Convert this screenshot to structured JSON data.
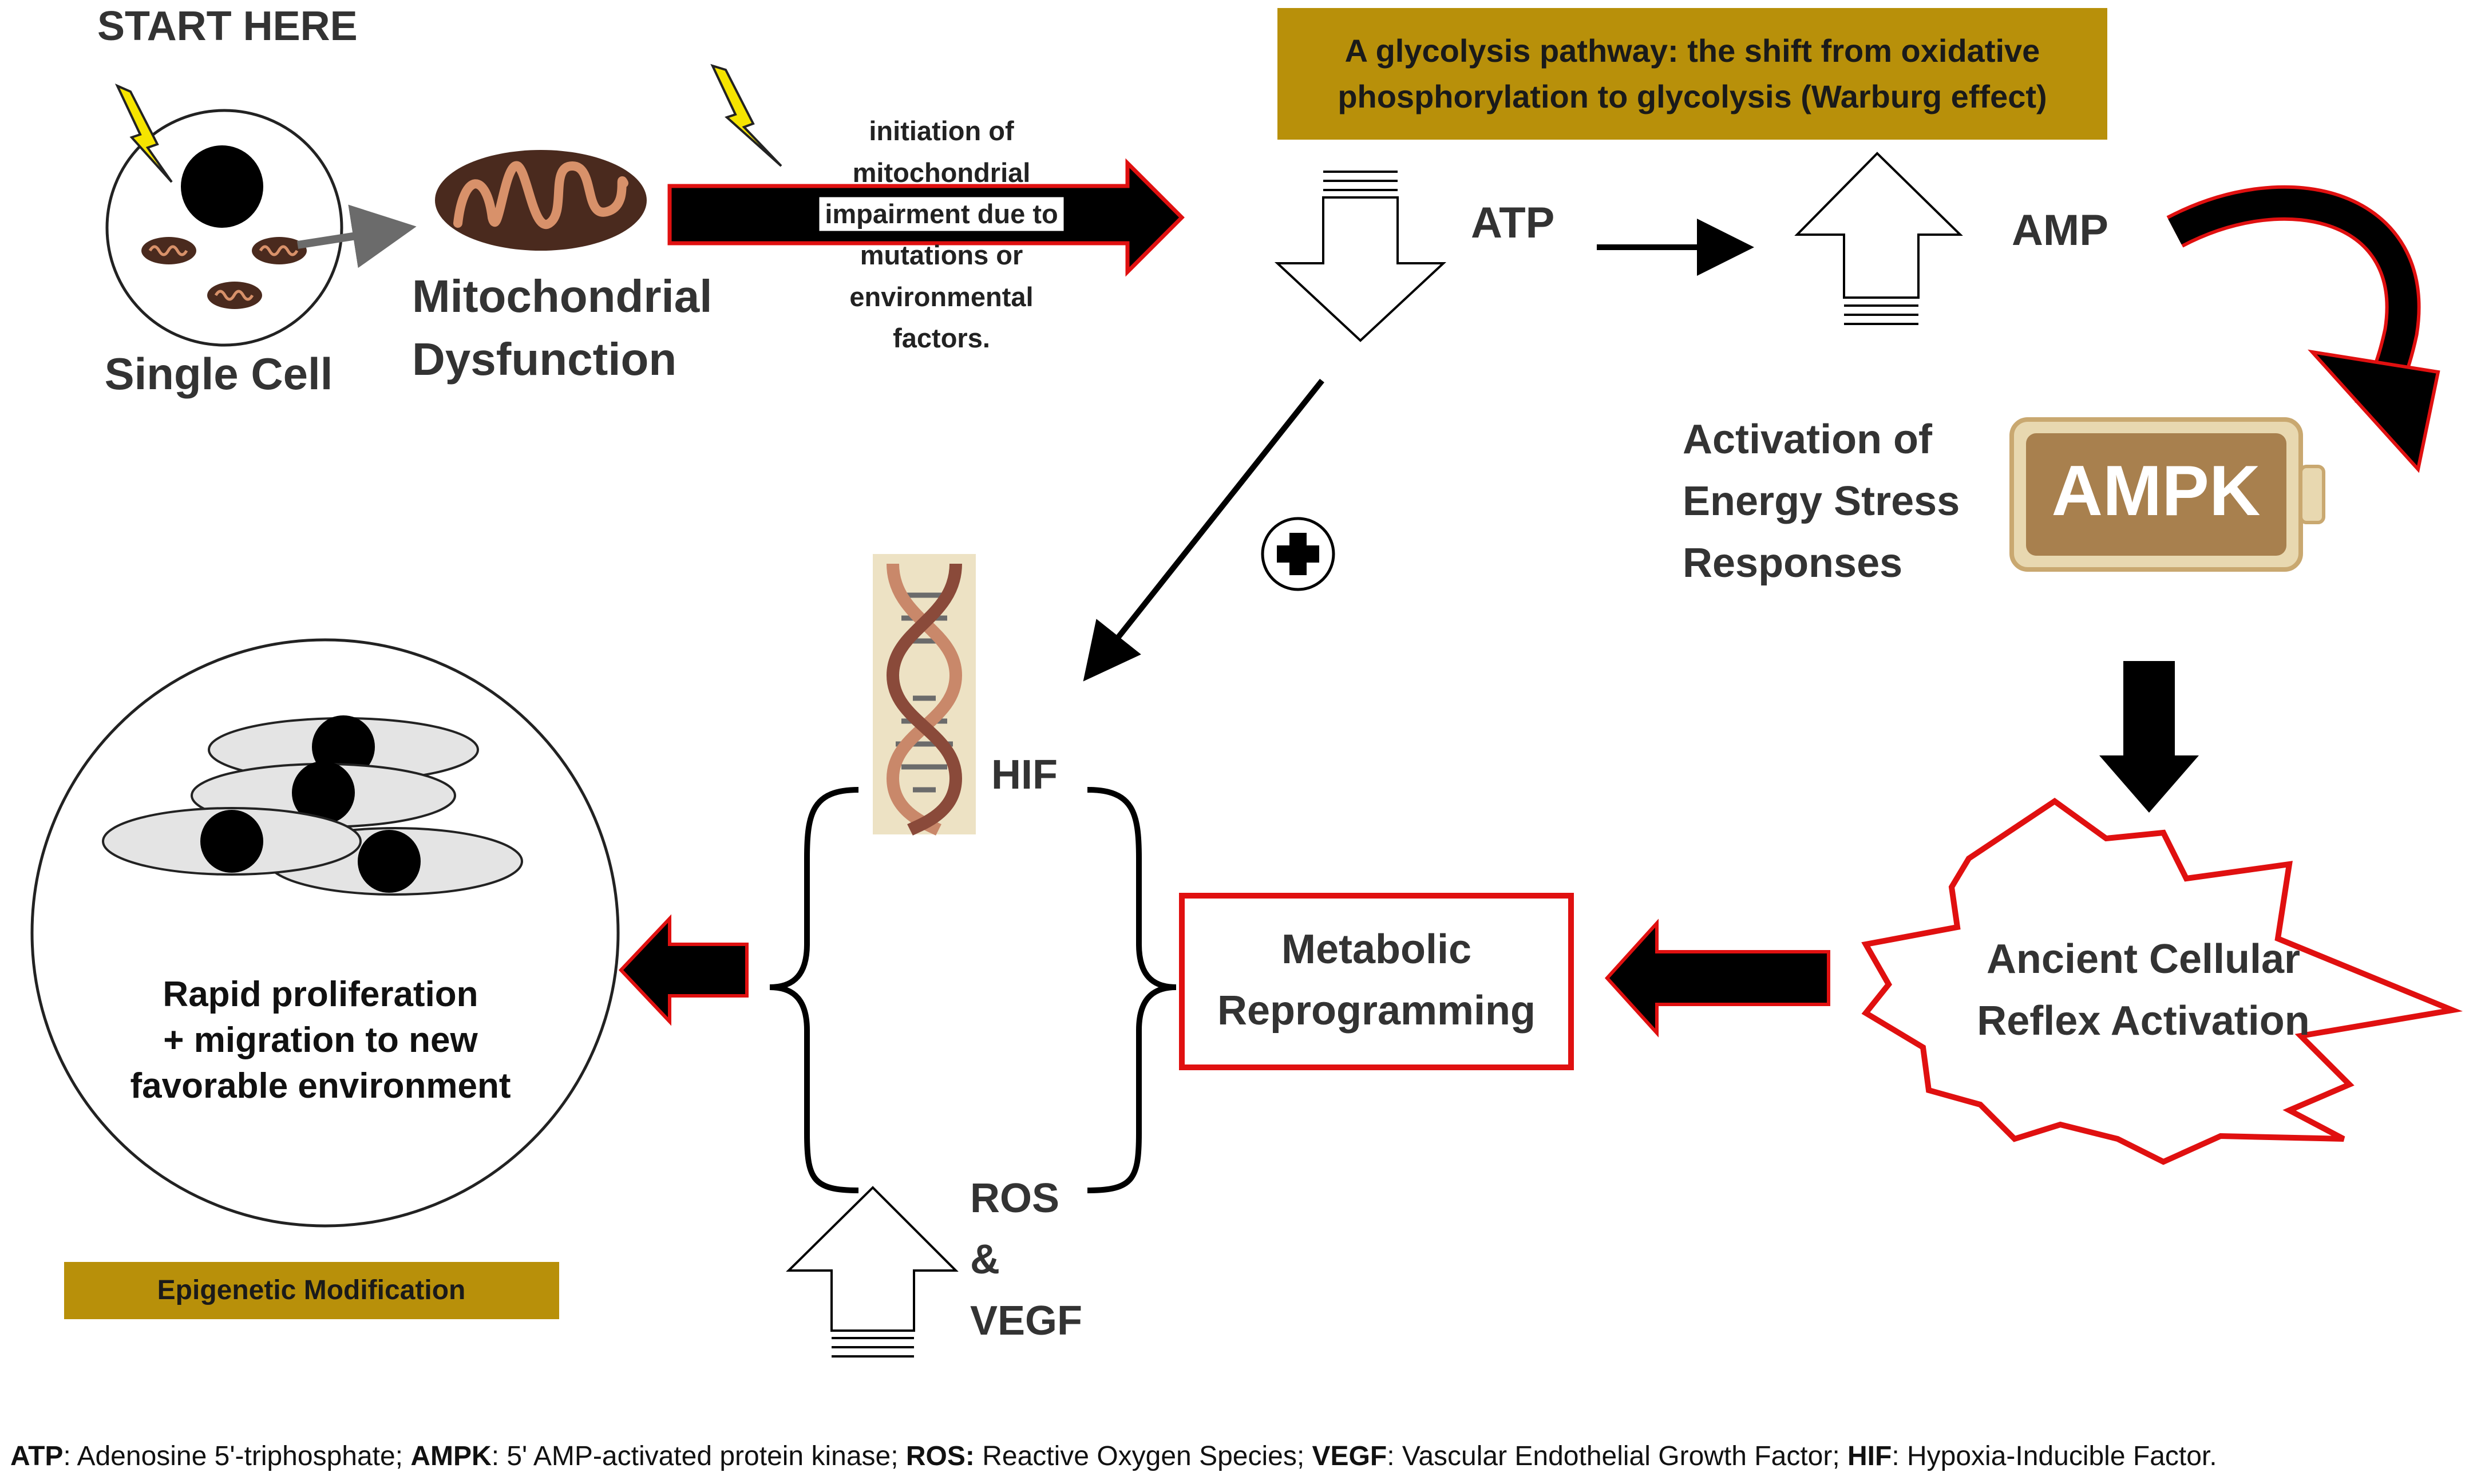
{
  "start_label": "START HERE",
  "single_cell_label": "Single Cell",
  "mito_label_1": "Mitochondrial",
  "mito_label_2": "Dysfunction",
  "initiation_lines": [
    "initiation of",
    "mitochondrial",
    "impairment due to",
    "mutations or",
    "environmental",
    "factors."
  ],
  "glycolysis_lines": [
    "A glycolysis pathway: the shift from oxidative",
    "phosphorylation to glycolysis (Warburg effect)"
  ],
  "atp_label": "ATP",
  "amp_label": "AMP",
  "activation_lines": [
    "Activation of",
    "Energy Stress",
    "Responses"
  ],
  "ampk_label": "AMPK",
  "plus_symbol": "+",
  "hif_label": "HIF",
  "ros_lines": [
    "ROS",
    "&",
    "VEGF"
  ],
  "metabolic_lines": [
    "Metabolic",
    "Reprogramming"
  ],
  "ancient_lines": [
    "Ancient Cellular",
    "Reflex Activation"
  ],
  "proliferation_lines": [
    "Rapid proliferation",
    "+ migration to new",
    "favorable environment"
  ],
  "epigenetic_label": "Epigenetic Modification",
  "colors": {
    "gold": "#b8900a",
    "red": "#e01010",
    "black": "#000000",
    "mito_brown": "#4a2a1e",
    "mito_copper": "#d8916a"
  },
  "footnote": [
    {
      "abbr": "ATP",
      "text": ": Adenosine 5'-triphosphate; "
    },
    {
      "abbr": "AMPK",
      "text": ": 5' AMP-activated protein kinase; "
    },
    {
      "abbr": "ROS:",
      "text": " Reactive Oxygen Species; "
    },
    {
      "abbr": "VEGF",
      "text": ": Vascular Endothelial Growth Factor; "
    },
    {
      "abbr": "HIF",
      "text": ": Hypoxia-Inducible Factor."
    }
  ]
}
